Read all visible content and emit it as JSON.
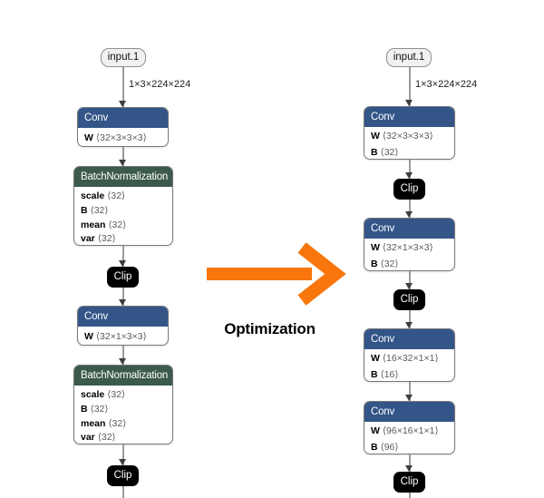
{
  "diagram": {
    "shape_label": "1×3×224×224",
    "optimization_label": "Optimization",
    "left": {
      "input_label": "input.1",
      "nodes": [
        {
          "title": "Conv",
          "params": [
            {
              "name": "W",
              "value": "⟨32×3×3×3⟩"
            }
          ]
        },
        {
          "title": "BatchNormalization",
          "params": [
            {
              "name": "scale",
              "value": "⟨32⟩"
            },
            {
              "name": "B",
              "value": "⟨32⟩"
            },
            {
              "name": "mean",
              "value": "⟨32⟩"
            },
            {
              "name": "var",
              "value": "⟨32⟩"
            }
          ]
        },
        {
          "title": "Clip"
        },
        {
          "title": "Conv",
          "params": [
            {
              "name": "W",
              "value": "⟨32×1×3×3⟩"
            }
          ]
        },
        {
          "title": "BatchNormalization",
          "params": [
            {
              "name": "scale",
              "value": "⟨32⟩"
            },
            {
              "name": "B",
              "value": "⟨32⟩"
            },
            {
              "name": "mean",
              "value": "⟨32⟩"
            },
            {
              "name": "var",
              "value": "⟨32⟩"
            }
          ]
        },
        {
          "title": "Clip"
        }
      ]
    },
    "right": {
      "input_label": "input.1",
      "nodes": [
        {
          "title": "Conv",
          "params": [
            {
              "name": "W",
              "value": "⟨32×3×3×3⟩"
            },
            {
              "name": "B",
              "value": "⟨32⟩"
            }
          ]
        },
        {
          "title": "Clip"
        },
        {
          "title": "Conv",
          "params": [
            {
              "name": "W",
              "value": "⟨32×1×3×3⟩"
            },
            {
              "name": "B",
              "value": "⟨32⟩"
            }
          ]
        },
        {
          "title": "Clip"
        },
        {
          "title": "Conv",
          "params": [
            {
              "name": "W",
              "value": "⟨16×32×1×1⟩"
            },
            {
              "name": "B",
              "value": "⟨16⟩"
            }
          ]
        },
        {
          "title": "Conv",
          "params": [
            {
              "name": "W",
              "value": "⟨96×16×1×1⟩"
            },
            {
              "name": "B",
              "value": "⟨96⟩"
            }
          ]
        },
        {
          "title": "Clip"
        }
      ]
    },
    "colors": {
      "conv_header": "#335588",
      "batchnorm_header": "#3b5a4c",
      "clip_background": "#000000",
      "arrow_orange": "#f8760b"
    }
  }
}
